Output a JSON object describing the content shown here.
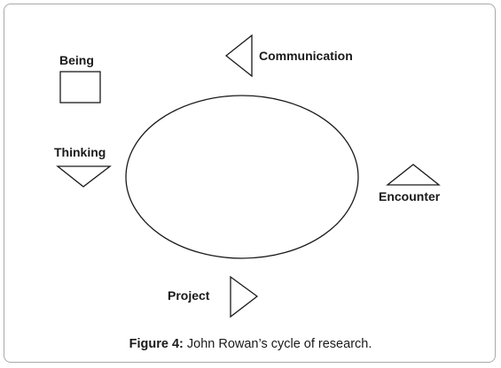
{
  "diagram": {
    "nodes": [
      {
        "id": "being",
        "label": "Being",
        "shape": "square-icon"
      },
      {
        "id": "communication",
        "label": "Communication",
        "shape": "triangle-left-icon"
      },
      {
        "id": "thinking",
        "label": "Thinking",
        "shape": "triangle-down-icon"
      },
      {
        "id": "encounter",
        "label": "Encounter",
        "shape": "triangle-up-icon"
      },
      {
        "id": "project",
        "label": "Project",
        "shape": "triangle-right-icon"
      }
    ],
    "center_shape": "ellipse"
  },
  "caption": {
    "label": "Figure 4:",
    "text": " John Rowan’s cycle of research."
  }
}
